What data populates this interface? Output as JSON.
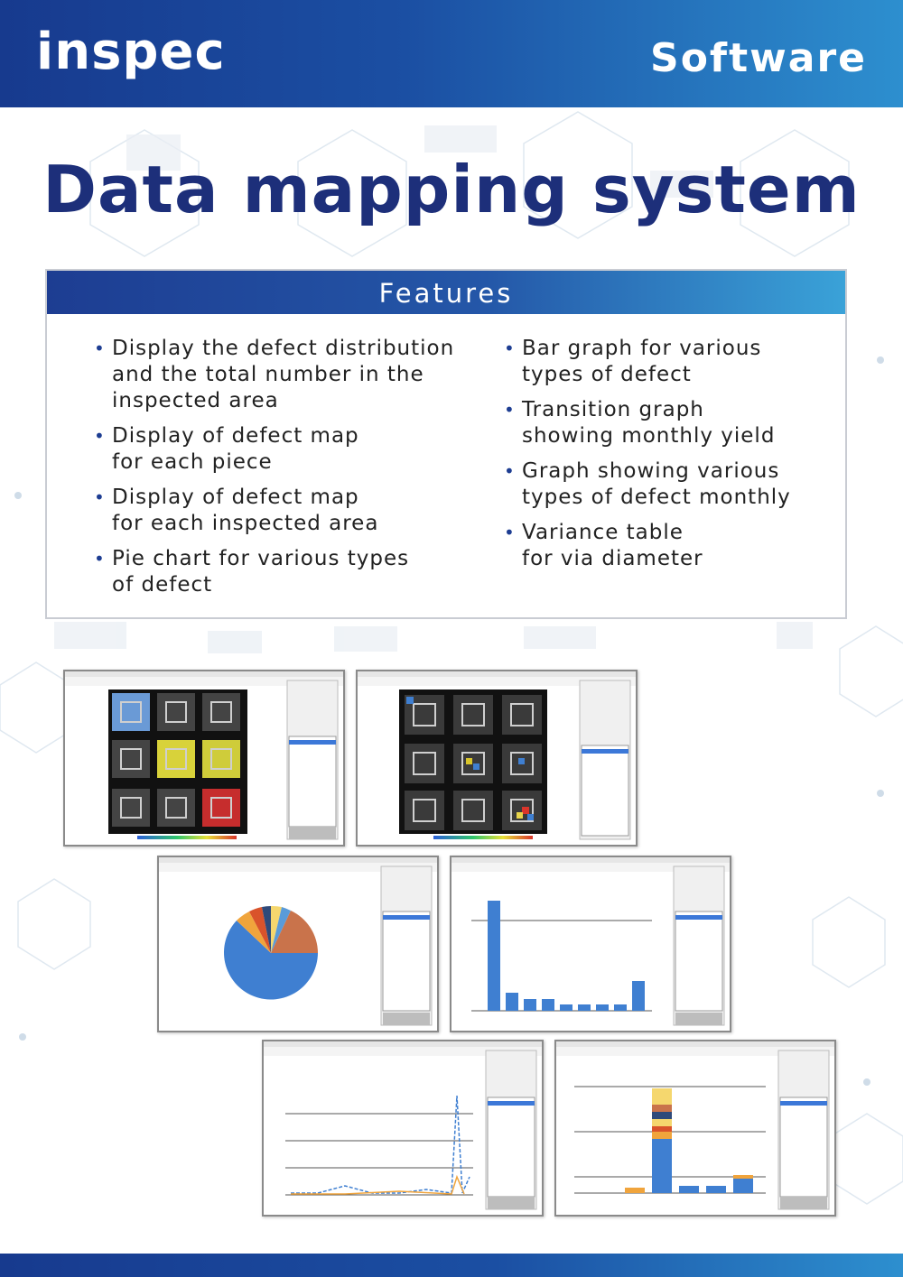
{
  "header": {
    "logo": "inspec",
    "category": "Software"
  },
  "title": "Data mapping system",
  "features": {
    "heading": "Features",
    "left": [
      "Display the defect distribution\nand the total number in the\ninspected area",
      "Display of defect map\nfor each piece",
      "Display of defect map\nfor each inspected area",
      "Pie chart for various types\nof defect"
    ],
    "right": [
      "Bar graph for various\ntypes of defect",
      "Transition graph\nshowing monthly yield",
      "Graph showing various\ntypes of defect monthly",
      "Variance table\nfor via diameter"
    ]
  },
  "colors": {
    "header_dark": "#173a8e",
    "header_light": "#2d8fcf",
    "title": "#1d2f7a",
    "chart_blue": "#3f7fd1",
    "chart_orange": "#f0a43c",
    "chart_brown": "#c9734b",
    "chart_yellow": "#f5d76e"
  },
  "screenshots": [
    {
      "name": "defect-map-area-screenshot",
      "icon": "defect-map-grid-icon"
    },
    {
      "name": "defect-map-piece-screenshot",
      "icon": "defect-map-grid-icon"
    },
    {
      "name": "pie-chart-screenshot",
      "icon": "pie-chart-icon"
    },
    {
      "name": "bar-graph-screenshot",
      "icon": "bar-chart-icon"
    },
    {
      "name": "transition-graph-screenshot",
      "icon": "line-chart-icon"
    },
    {
      "name": "stacked-bar-screenshot",
      "icon": "stacked-bar-icon"
    }
  ]
}
